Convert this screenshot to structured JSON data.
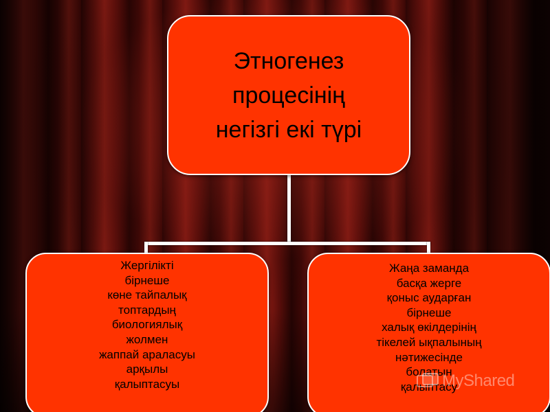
{
  "diagram": {
    "root": {
      "lines": [
        "Этногенез",
        "процесінің",
        "негізгі екі түрі"
      ]
    },
    "left_branch": {
      "lines": [
        "Жергілікті",
        "бірнеше",
        "көне тайпалық",
        "топтардың",
        "биологиялық",
        "жолмен",
        "жаппай араласуы",
        "арқылы",
        "қалыптасуы"
      ]
    },
    "right_branch": {
      "lines": [
        "Жаңа заманда",
        "басқа жерге",
        "қоныс аударған",
        "бірнеше",
        "халық өкілдерінің",
        "тікелей ықпалының",
        "нәтижесінде",
        "болатын",
        "қалыптасу"
      ]
    }
  },
  "watermark": {
    "text": "MyShared"
  },
  "colors": {
    "box_fill": "#ff3300",
    "box_border": "#ffffff",
    "connector": "#ffffff",
    "text": "#000000",
    "curtain": "#5c0f0b"
  }
}
